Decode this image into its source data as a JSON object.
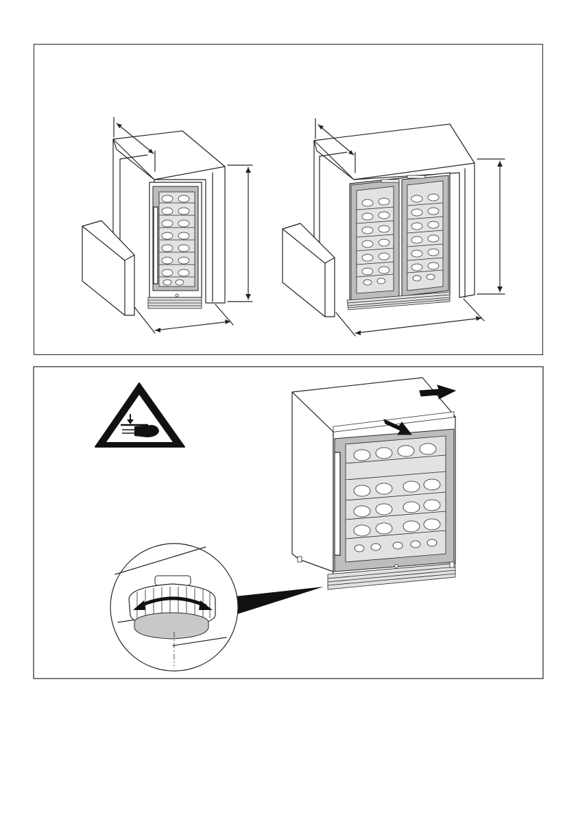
{
  "figures": {
    "top": {
      "items": [
        "single-door-wine-cooler-niche",
        "double-door-wine-cooler-niche"
      ]
    },
    "bottom": {
      "items": [
        "crush-hazard-warning-sign",
        "wine-cooler-slide-in",
        "adjustable-foot-detail"
      ]
    }
  },
  "colors": {
    "line": "#222222",
    "fill": "#ffffff",
    "shade": "#bdbdbd"
  }
}
